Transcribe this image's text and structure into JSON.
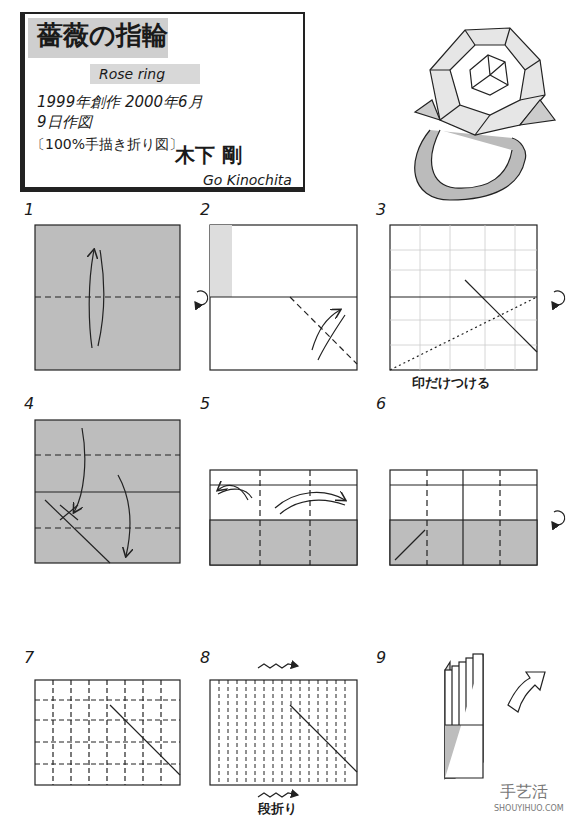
{
  "diagram": {
    "nodes": [
      {
        "text": [
          "薔薇の指輪",
          "Rose ring",
          "1999年創作 2000年6月9日作図",
          "〔100%手描き折り図〕",
          "木下 剛",
          "Go Kinochita"
        ]
      }
    ],
    "labels": [
      "1",
      "2",
      "3",
      "4",
      "5",
      "6",
      "7",
      "8",
      "9",
      "印だけつける",
      "段折り",
      "手艺活",
      "SHOUYIHUO.COM"
    ]
  }
}
